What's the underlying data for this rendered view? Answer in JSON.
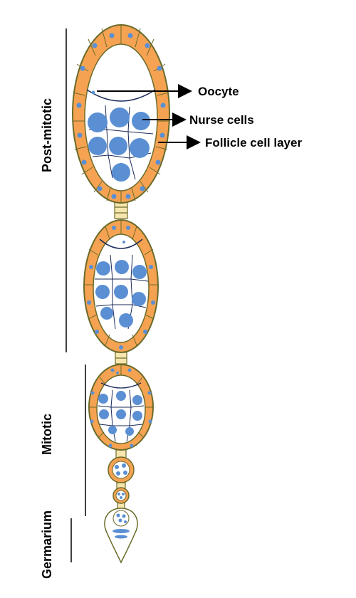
{
  "labels": {
    "oocyte": "Oocyte",
    "nurse_cells": "Nurse cells",
    "follicle_cell_layer": "Follicle cell layer"
  },
  "stages": {
    "post_mitotic": "Post-mitotic",
    "mitotic": "Mitotic",
    "germarium": "Germarium"
  },
  "colors": {
    "follicle_fill": "#f5a352",
    "outline": "#6b6b2a",
    "nucleus": "#5b8fd3",
    "cell_line": "#1a2a5a"
  }
}
